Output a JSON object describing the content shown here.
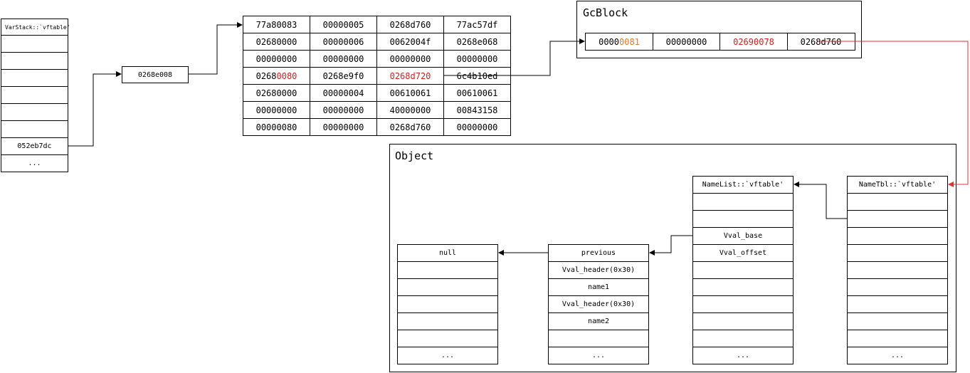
{
  "varstack": {
    "header": "VarStack::`vftable'",
    "entry": "052eb7dc",
    "ellipsis": "..."
  },
  "pointer_box": {
    "value": "0268e008"
  },
  "memory_grid": {
    "rows": [
      [
        {
          "t": "77a80083"
        },
        {
          "t": "00000005"
        },
        {
          "t": "0268d760"
        },
        {
          "t": "77ac57df"
        }
      ],
      [
        {
          "t": "02680000"
        },
        {
          "t": "00000006"
        },
        {
          "t": "0062004f"
        },
        {
          "t": "0268e068"
        }
      ],
      [
        {
          "t": "00000000"
        },
        {
          "t": "00000000"
        },
        {
          "t": "00000000"
        },
        {
          "t": "00000000"
        }
      ],
      [
        {
          "t": "0268",
          "h": "0080"
        },
        {
          "t": "0268e9f0"
        },
        {
          "t": "",
          "h": "0268d720"
        },
        {
          "t": "6c4b10ed"
        }
      ],
      [
        {
          "t": "02680000"
        },
        {
          "t": "00000004"
        },
        {
          "t": "00610061"
        },
        {
          "t": "00610061"
        }
      ],
      [
        {
          "t": "00000000"
        },
        {
          "t": "00000000"
        },
        {
          "t": "40000000"
        },
        {
          "t": "00843158"
        }
      ],
      [
        {
          "t": "00000080"
        },
        {
          "t": "00000000"
        },
        {
          "t": "0268d760"
        },
        {
          "t": "00000000"
        }
      ]
    ]
  },
  "gcblock": {
    "title": "GcBlock",
    "cells": [
      {
        "t": "0000",
        "o": "0081"
      },
      {
        "t": "00000000"
      },
      {
        "t": "",
        "h": "02690078"
      },
      {
        "t": "0268d760"
      }
    ]
  },
  "object": {
    "title": "Object",
    "nametbl": {
      "header": "NameTbl::`vftable'",
      "ellipsis": "..."
    },
    "namelist": {
      "header": "NameList::`vftable'",
      "vval_base": "Vval_base",
      "vval_offset": "Vval_offset",
      "ellipsis": "..."
    },
    "previous_list": {
      "items": [
        "previous",
        "Vval_header(0x30)",
        "name1",
        "Vval_header(0x30)",
        "name2"
      ],
      "ellipsis": "..."
    },
    "null_list": {
      "header": "null",
      "ellipsis": "..."
    }
  },
  "colors": {
    "highlight_red": "#d62020",
    "highlight_orange": "#e07a28",
    "arrow_red": "#e03030"
  }
}
